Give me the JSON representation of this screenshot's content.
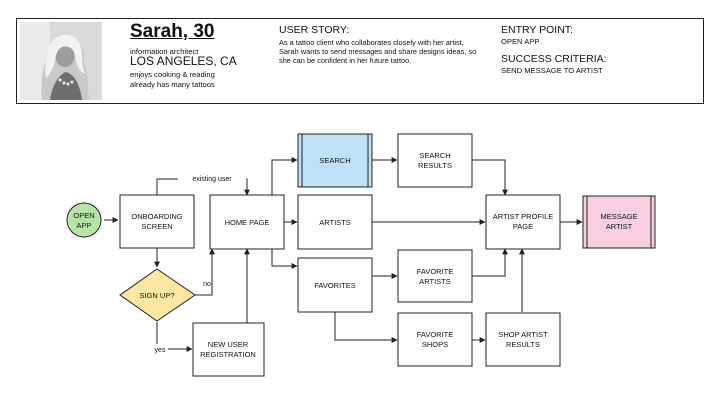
{
  "persona": {
    "name": "Sarah, 30",
    "occupation": "information architect",
    "location": "LOS ANGELES, CA",
    "hobby": "enjoys cooking & reading",
    "tattoo_note": "already has many tattoos",
    "user_story_heading": "USER STORY:",
    "user_story": "As a tattoo client who collaborates closely with her artist, Sarah wants to send messages and share designs ideas, so she can be confident in her future tattoo.",
    "entry_point_heading": "ENTRY POINT:",
    "entry_point": "OPEN APP",
    "success_heading": "SUCCESS CRITERIA:",
    "success": "SEND MESSAGE TO ARTIST"
  },
  "flow": {
    "nodes": {
      "open_app": [
        "OPEN",
        "APP"
      ],
      "onboarding": [
        "ONBOARDING",
        "SCREEN"
      ],
      "sign_up": [
        "SIGN UP?"
      ],
      "home": [
        "HOME PAGE"
      ],
      "new_user": [
        "NEW USER",
        "REGISTRATION"
      ],
      "search": [
        "SEARCH"
      ],
      "artists": [
        "ARTISTS"
      ],
      "favorites": [
        "FAVORITES"
      ],
      "search_results": [
        "SEARCH",
        "RESULTS"
      ],
      "favorite_artists": [
        "FAVORITE",
        "ARTISTS"
      ],
      "favorite_shops": [
        "FAVORITE",
        "SHOPS"
      ],
      "shop_artist_results": [
        "SHOP ARTIST",
        "RESULTS"
      ],
      "artist_profile": [
        "ARTIST PROFILE",
        "PAGE"
      ],
      "message_artist": [
        "MESSAGE",
        "ARTIST"
      ]
    },
    "edge_labels": {
      "existing_user": "existing user",
      "no": "no",
      "yes": "yes"
    },
    "colors": {
      "open_app_fill": "#b7e4a6",
      "sign_up_fill": "#fbe7a1",
      "search_fill": "#bfe0f5",
      "message_fill": "#f8cfe0",
      "stroke": "#222222"
    }
  }
}
